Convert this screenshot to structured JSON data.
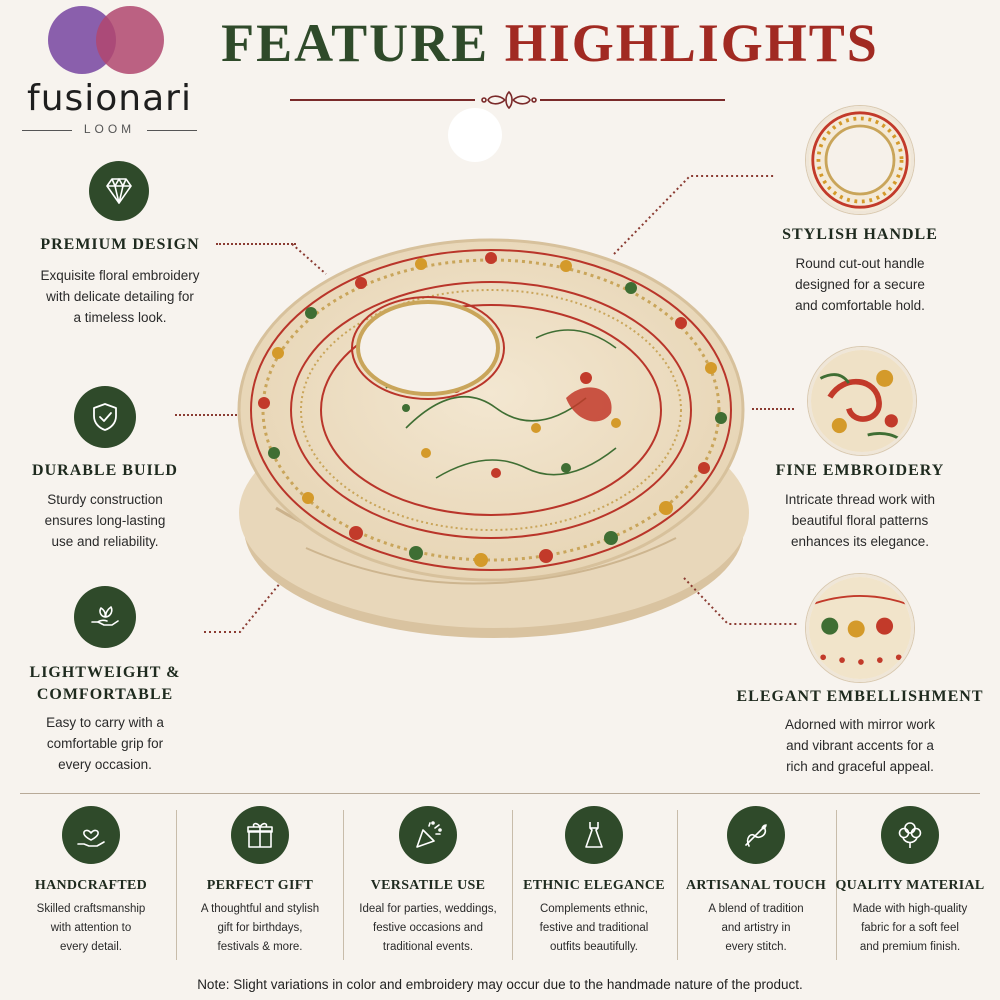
{
  "brand": {
    "name": "fusionari",
    "sub": "LOOM"
  },
  "title": {
    "part1": "FEATURE",
    "part2": "HIGHLIGHTS"
  },
  "colors": {
    "background": "#f7f3ee",
    "primary_green": "#2f4a2a",
    "accent_red": "#a12a22"
  },
  "left_features": [
    {
      "icon": "diamond-icon",
      "title": "PREMIUM DESIGN",
      "lines": [
        "Exquisite floral embroidery",
        "with delicate detailing for",
        "a timeless look."
      ]
    },
    {
      "icon": "shield-check-icon",
      "title": "DURABLE BUILD",
      "lines": [
        "Sturdy construction",
        "ensures long-lasting",
        "use and reliability."
      ]
    },
    {
      "icon": "hand-leaf-icon",
      "title_lines": [
        "LIGHTWEIGHT &",
        "COMFORTABLE"
      ],
      "lines": [
        "Easy to carry with a",
        "comfortable grip for",
        "every occasion."
      ]
    }
  ],
  "right_features": [
    {
      "title": "STYLISH HANDLE",
      "lines": [
        "Round cut-out handle",
        "designed for a secure",
        "and comfortable hold."
      ]
    },
    {
      "title": "FINE EMBROIDERY",
      "lines": [
        "Intricate thread work with",
        "beautiful floral patterns",
        "enhances its elegance."
      ]
    },
    {
      "title": "ELEGANT EMBELLISHMENT",
      "lines": [
        "Adorned with mirror work",
        "and vibrant accents for a",
        "rich and graceful appeal."
      ]
    }
  ],
  "bottom_features": [
    {
      "icon": "heart-hand-icon",
      "title": "HANDCRAFTED",
      "lines": [
        "Skilled craftsmanship",
        "with attention to",
        "every detail."
      ]
    },
    {
      "icon": "gift-icon",
      "title": "PERFECT GIFT",
      "lines": [
        "A thoughtful and stylish",
        "gift for birthdays,",
        "festivals & more."
      ]
    },
    {
      "icon": "party-popper-icon",
      "title": "VERSATILE USE",
      "lines": [
        "Ideal for parties, weddings,",
        "festive occasions and",
        "traditional events."
      ]
    },
    {
      "icon": "dress-icon",
      "title": "ETHNIC ELEGANCE",
      "lines": [
        "Complements ethnic,",
        "festive and traditional",
        "outfits beautifully."
      ]
    },
    {
      "icon": "needle-thread-icon",
      "title": "ARTISANAL TOUCH",
      "lines": [
        "A blend of tradition",
        "and artistry in",
        "every stitch."
      ]
    },
    {
      "icon": "cotton-flower-icon",
      "title": "QUALITY MATERIAL",
      "lines": [
        "Made with high-quality",
        "fabric for a soft feel",
        "and premium finish."
      ]
    }
  ],
  "note": "Note: Slight variations in color and embroidery may occur due to the handmade nature of the product."
}
